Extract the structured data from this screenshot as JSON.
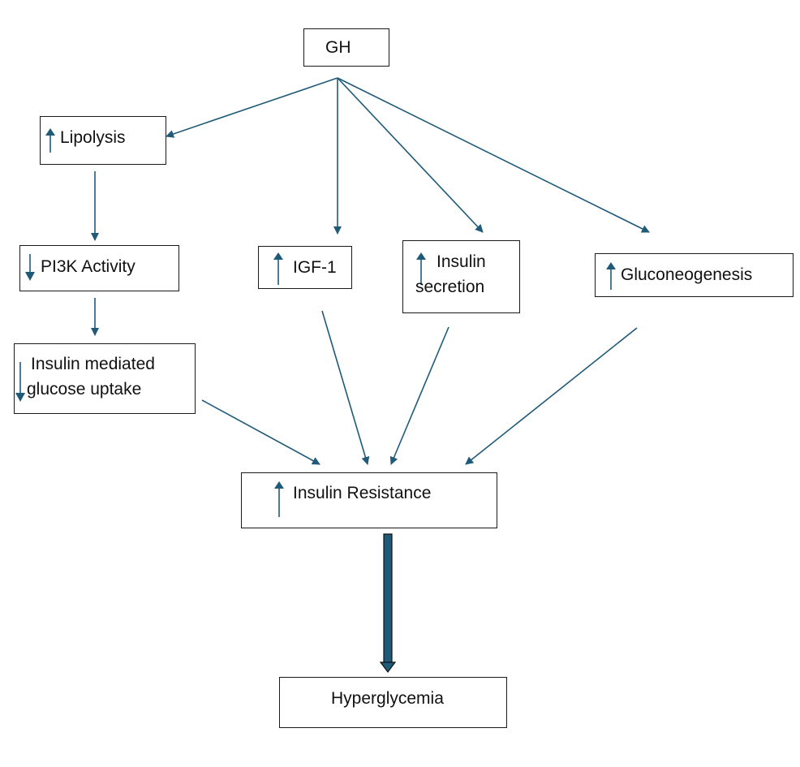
{
  "diagram": {
    "colors": {
      "arrow": "#1f5a78",
      "box_border": "#1a1a1a",
      "text": "#111111"
    },
    "nodes": {
      "gh": {
        "text": "GH"
      },
      "lipolysis": {
        "text": "Lipolysis",
        "direction": "up"
      },
      "pi3k": {
        "text": "PI3K Activity",
        "direction": "down"
      },
      "glucose_uptake": {
        "line1": "Insulin mediated",
        "line2": "glucose uptake",
        "direction": "down"
      },
      "igf1": {
        "text": "IGF-1",
        "direction": "up"
      },
      "insulin_secretion": {
        "line1": "Insulin",
        "line2": "secretion",
        "direction": "up"
      },
      "gluconeogenesis": {
        "text": "Gluconeogenesis",
        "direction": "up"
      },
      "insulin_resistance": {
        "text": "Insulin Resistance",
        "direction": "up"
      },
      "hyperglycemia": {
        "text": "Hyperglycemia"
      }
    },
    "edges": [
      {
        "from": "gh",
        "to": "lipolysis"
      },
      {
        "from": "gh",
        "to": "igf1"
      },
      {
        "from": "gh",
        "to": "insulin_secretion"
      },
      {
        "from": "gh",
        "to": "gluconeogenesis"
      },
      {
        "from": "lipolysis",
        "to": "pi3k"
      },
      {
        "from": "pi3k",
        "to": "glucose_uptake"
      },
      {
        "from": "glucose_uptake",
        "to": "insulin_resistance"
      },
      {
        "from": "igf1",
        "to": "insulin_resistance"
      },
      {
        "from": "insulin_secretion",
        "to": "insulin_resistance"
      },
      {
        "from": "gluconeogenesis",
        "to": "insulin_resistance"
      },
      {
        "from": "insulin_resistance",
        "to": "hyperglycemia",
        "style": "thick"
      }
    ]
  }
}
